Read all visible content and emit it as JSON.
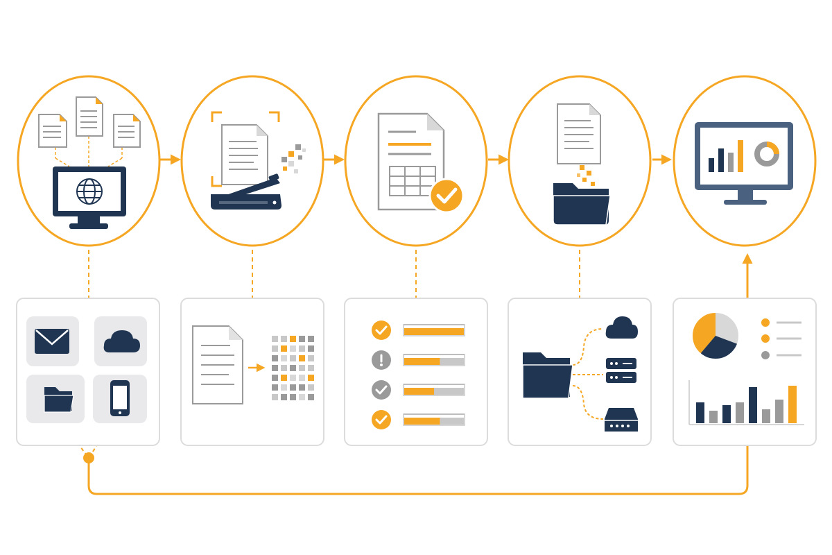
{
  "colors": {
    "accent": "#F5A623",
    "navy": "#1F3552",
    "gray": "#9A9A9A",
    "light_gray": "#D8D8D8",
    "panel_bg": "#FFFFFF",
    "panel_border": "#DCDCDC",
    "tile_bg": "#E9E9EB"
  },
  "stages": [
    {
      "id": "capture",
      "icon": "monitor-globe-with-documents-icon"
    },
    {
      "id": "scan",
      "icon": "scanner-with-document-icon"
    },
    {
      "id": "validate",
      "icon": "form-document-checkmark-icon"
    },
    {
      "id": "store",
      "icon": "folder-with-document-icon"
    },
    {
      "id": "report",
      "icon": "dashboard-monitor-icon"
    }
  ],
  "detail_panels": [
    {
      "id": "sources",
      "icons": [
        "envelope-icon",
        "cloud-icon",
        "folder-icon",
        "smartphone-icon"
      ]
    },
    {
      "id": "digitize",
      "icons": [
        "document-icon",
        "arrow-right-icon",
        "pixel-grid-icon"
      ]
    },
    {
      "id": "checks",
      "icons": [
        "check-circle-icon",
        "alert-circle-icon",
        "check-circle-icon",
        "check-circle-icon"
      ],
      "progress": [
        1.0,
        0.6,
        0.5,
        0.6
      ]
    },
    {
      "id": "distribute",
      "icons": [
        "folder-icon",
        "cloud-icon",
        "server-icon",
        "hard-drive-icon"
      ]
    },
    {
      "id": "analytics",
      "icons": [
        "pie-chart-icon",
        "legend-list-icon",
        "bar-chart-icon"
      ]
    }
  ]
}
